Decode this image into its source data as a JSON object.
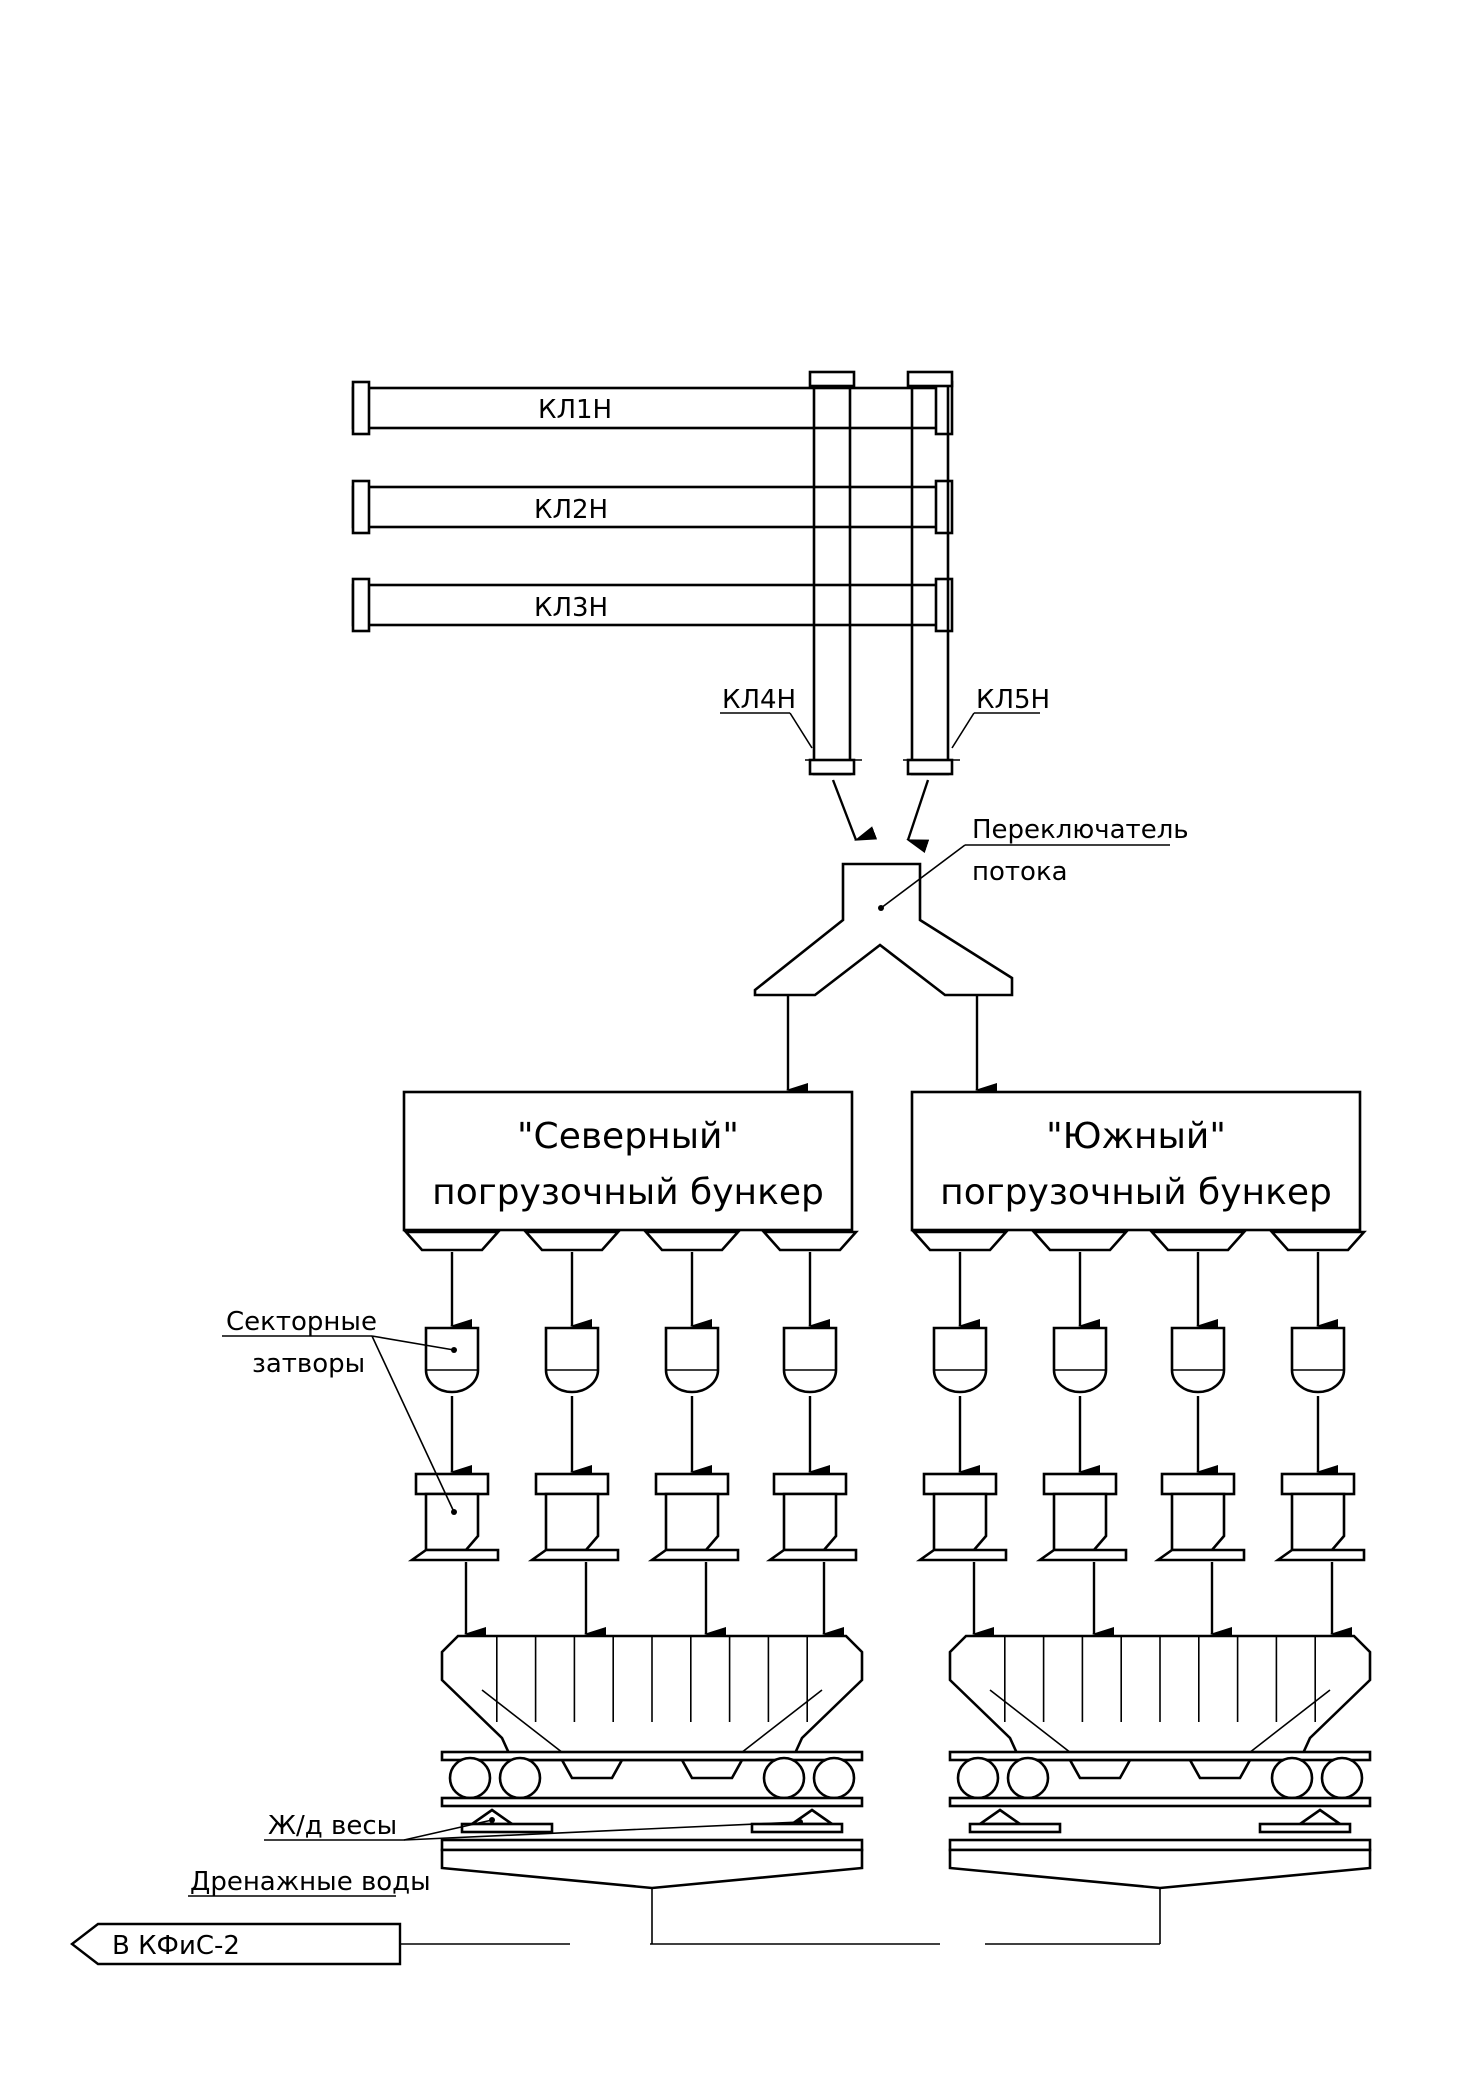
{
  "conveyors": {
    "kl1n": "КЛ1Н",
    "kl2n": "КЛ2Н",
    "kl3n": "КЛ3Н",
    "kl4n": "КЛ4Н",
    "kl5n": "КЛ5Н"
  },
  "flow_switch": {
    "line1": "Переключатель",
    "line2": "потока"
  },
  "bunkers": {
    "north": {
      "name": "\"Северный\"",
      "subtitle": "погрузочный бункер"
    },
    "south": {
      "name": "\"Южный\"",
      "subtitle": "погрузочный бункер"
    }
  },
  "sector_gates": {
    "line1": "Секторные",
    "line2": "затворы"
  },
  "rail_scales": "Ж/д весы",
  "drainage": {
    "label": "Дренажные воды",
    "destination": "В КФиС-2"
  }
}
